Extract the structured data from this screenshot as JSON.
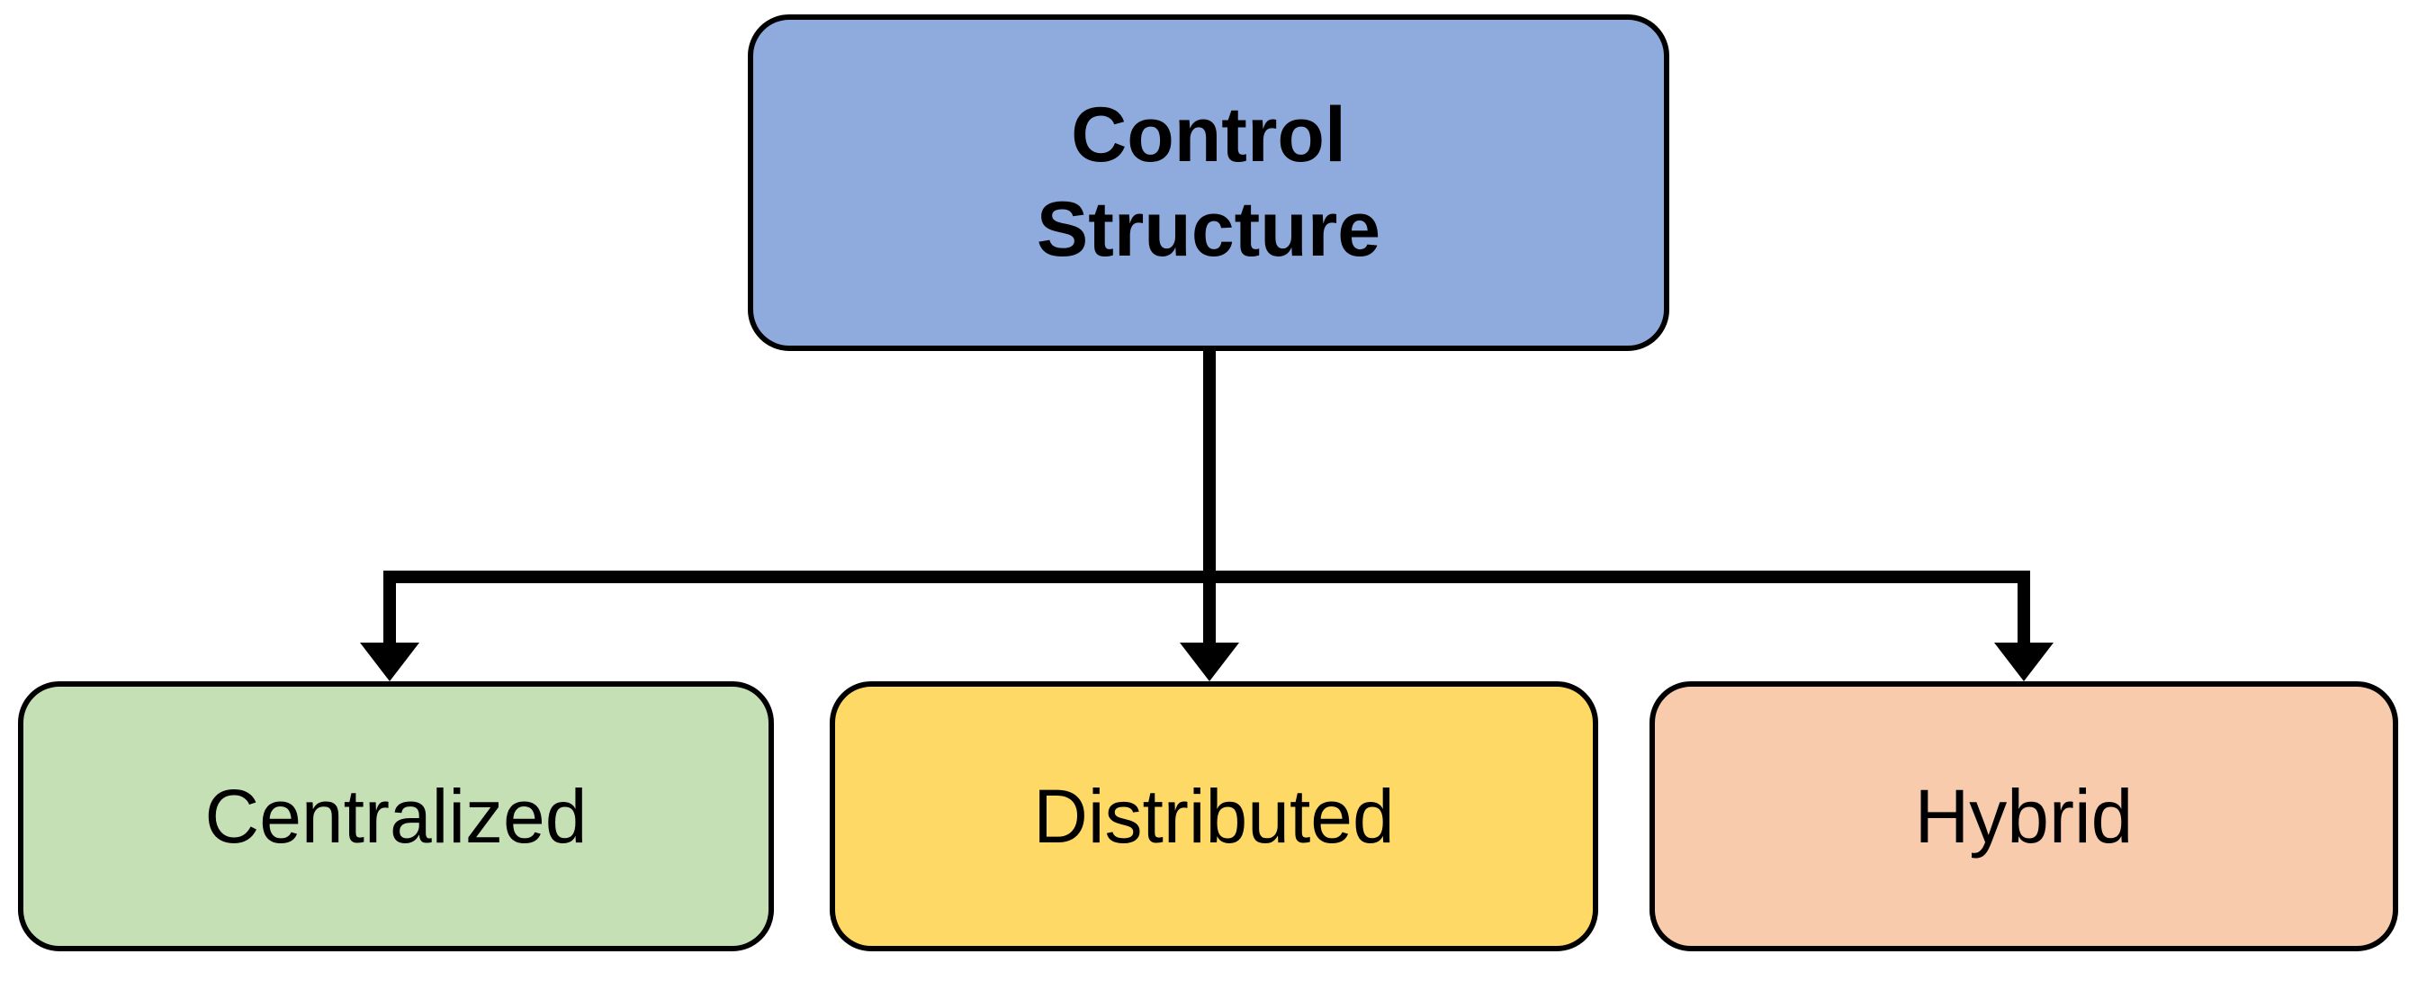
{
  "diagram": {
    "title": "Control Structure",
    "type": "hierarchy-tree",
    "background_color": "#FFFFFF",
    "stroke_color": "#000000",
    "nodes": {
      "root": {
        "label": "Control\nStructure",
        "fill_color": "#8FAADC",
        "text_color": "#000000",
        "shape": "rounded-rectangle"
      },
      "children": [
        {
          "id": "centralized",
          "label": "Centralized",
          "fill_color": "#C5E0B4",
          "text_color": "#000000",
          "shape": "rounded-rectangle"
        },
        {
          "id": "distributed",
          "label": "Distributed",
          "fill_color": "#FFD966",
          "text_color": "#000000",
          "shape": "rounded-rectangle"
        },
        {
          "id": "hybrid",
          "label": "Hybrid",
          "fill_color": "#F8CBAD",
          "text_color": "#000000",
          "shape": "rounded-rectangle"
        }
      ]
    },
    "edges": [
      {
        "from": "root",
        "to": "centralized",
        "style": "orthogonal-arrow"
      },
      {
        "from": "root",
        "to": "distributed",
        "style": "orthogonal-arrow"
      },
      {
        "from": "root",
        "to": "hybrid",
        "style": "orthogonal-arrow"
      }
    ]
  }
}
